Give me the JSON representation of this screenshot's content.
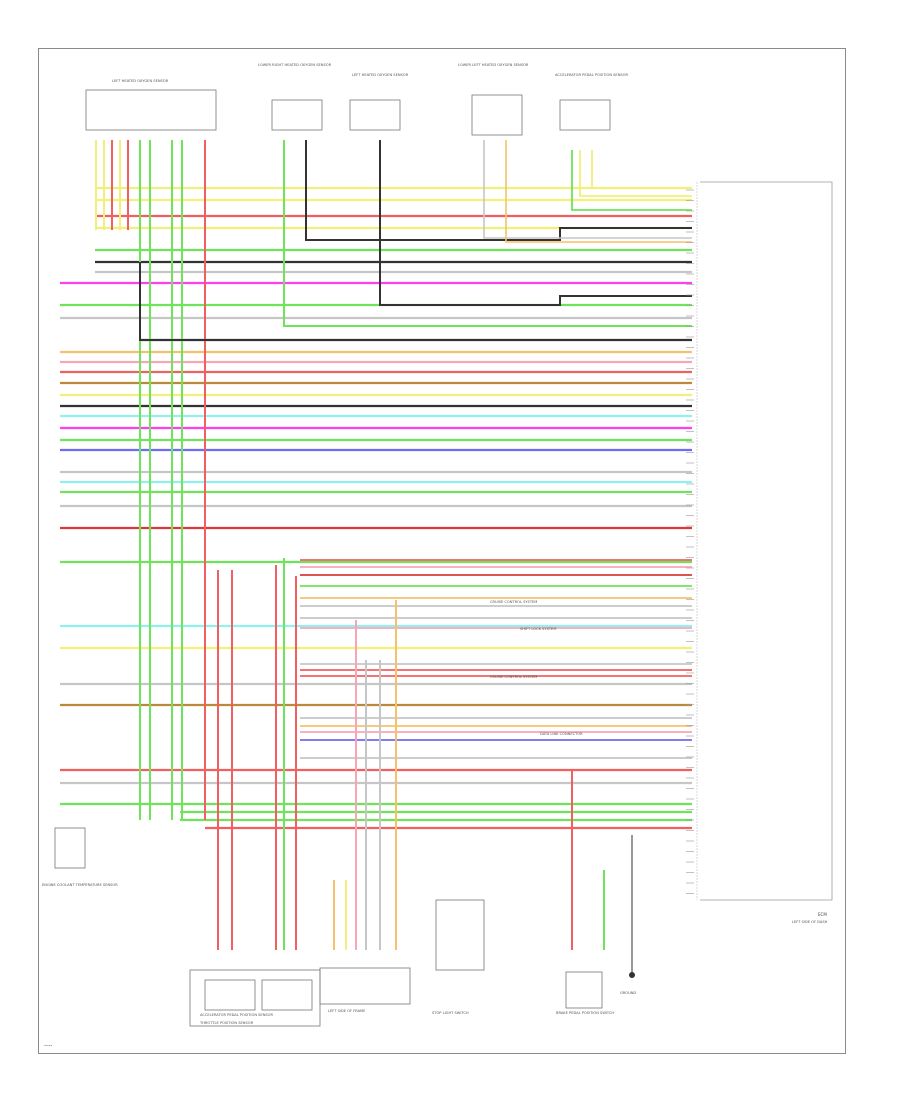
{
  "diagram": {
    "page_code": "••••",
    "ecm_label": "ECM",
    "ecm_sub": "LEFT SIDE OF DASH",
    "top_components": [
      "LEFT HEATED OXYGEN SENSOR",
      "LOWER RIGHT HEATED OXYGEN SENSOR",
      "LEFT HEATED OXYGEN SENSOR",
      "LOWER LEFT HEATED OXYGEN SENSOR",
      "ACCELERATOR PEDAL POSITION SENSOR"
    ],
    "bottom_components": [
      "ACCELERATOR PEDAL POSITION SENSOR",
      "THROTTLE POSITION SENSOR",
      "LEFT SIDE OF FRAME",
      "STOP LIGHT SWITCH",
      "BRAKE PEDAL POSITION SWITCH",
      "GROUND"
    ],
    "left_component": "ENGINE COOLANT TEMPERATURE SENSOR",
    "references": [
      "CRUISE CONTROL SYSTEM",
      "SHIFT LOCK SYSTEM",
      "CRUISE CONTROL SYSTEM",
      "DATA LINK CONNECTOR"
    ],
    "colors": {
      "wire_yellow": "#f2ef7a",
      "wire_red": "#f06060",
      "wire_green": "#6fe35a",
      "wire_black": "#333333",
      "wire_magenta": "#ff3df2",
      "wire_blue": "#6c6cf5",
      "wire_cyan": "#8ff2ee",
      "wire_orange": "#f5c26b",
      "wire_brown": "#b98a3a",
      "wire_pink": "#f7a6b8",
      "wire_gray": "#c6c6c6",
      "wire_dkred": "#d83a3a"
    }
  }
}
